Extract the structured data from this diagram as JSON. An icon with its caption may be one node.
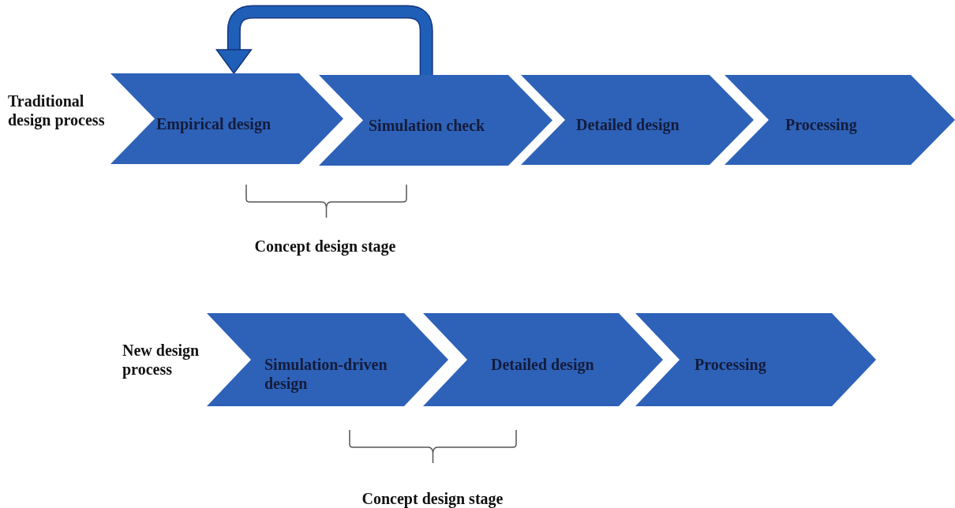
{
  "diagram": {
    "nodes": [
      {
        "text": [
          "Empirical design"
        ]
      },
      {
        "text": [
          "Simulation check"
        ]
      },
      {
        "text": [
          "Detailed design"
        ]
      },
      {
        "text": [
          "Processing"
        ]
      },
      {
        "text": [
          "Simulation-driven design"
        ]
      },
      {
        "text": [
          "Detailed design"
        ]
      },
      {
        "text": [
          "Processing"
        ]
      }
    ],
    "edges": [
      {
        "from": 1,
        "to": 0,
        "arrow": "to"
      }
    ],
    "labels": [
      "Traditional design process",
      "Concept design stage",
      "New design process",
      "Concept design stage"
    ]
  }
}
